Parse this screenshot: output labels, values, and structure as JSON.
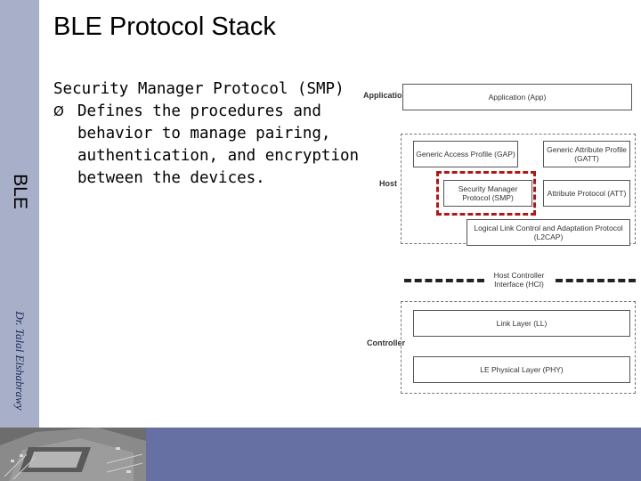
{
  "slide": {
    "title": "BLE Protocol Stack",
    "sidebar_label": "BLE",
    "author": "Dr. Talal Elshabrawy"
  },
  "content": {
    "heading": "Security Manager Protocol (SMP)",
    "bullet_symbol": "Ø",
    "bullet_text": "Defines the procedures and behavior to manage pairing, authentication, and encryption between the devices."
  },
  "diagram": {
    "layers": {
      "application": "Application",
      "host": "Host",
      "controller": "Controller"
    },
    "boxes": {
      "app": "Application (App)",
      "gap": "Generic Access Profile (GAP)",
      "gatt": "Generic Attribute Profile (GATT)",
      "smp": "Security Manager Protocol (SMP)",
      "att": "Attribute Protocol (ATT)",
      "l2cap": "Logical Link Control and Adaptation Protocol (L2CAP)",
      "hci": "Host Controller Interface (HCI)",
      "ll": "Link Layer (LL)",
      "phy": "LE Physical Layer (PHY)"
    },
    "highlight_color": "#b01818"
  }
}
